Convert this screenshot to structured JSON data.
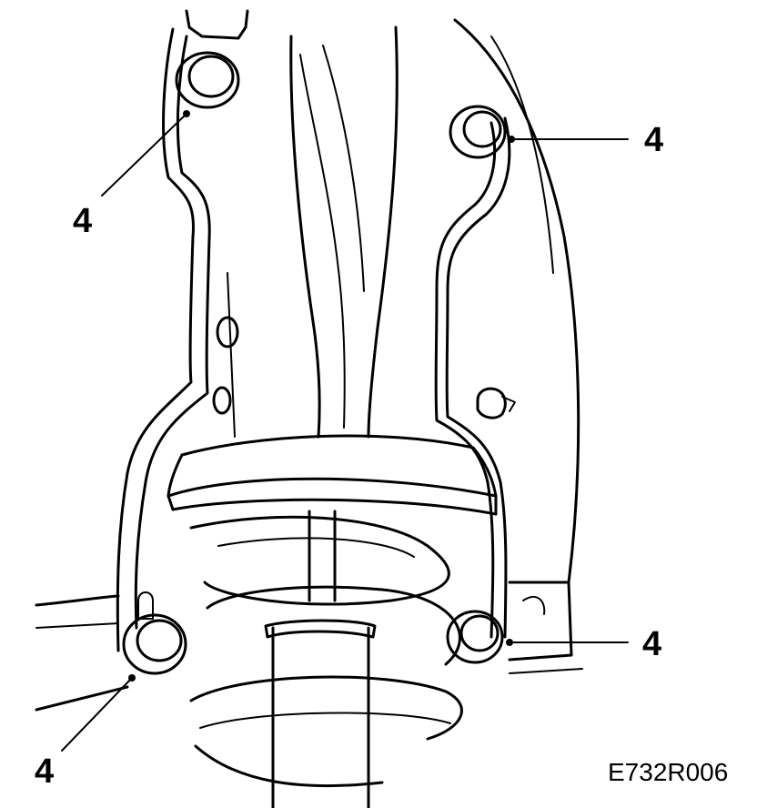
{
  "callouts": {
    "top_left": "4",
    "top_right": "4",
    "bottom_left": "4",
    "bottom_right": "4"
  },
  "figure_code": "E732R006",
  "colors": {
    "line": "#000000",
    "background": "#ffffff"
  }
}
